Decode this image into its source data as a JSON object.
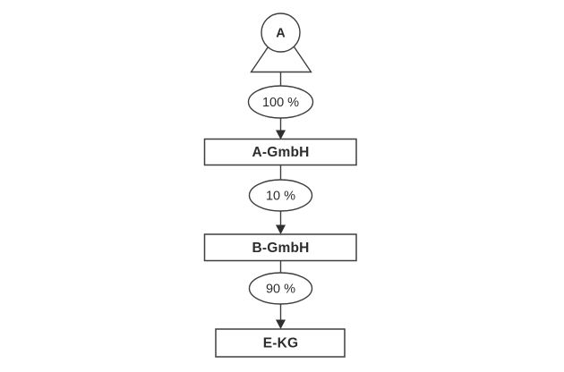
{
  "diagram": {
    "person": {
      "label": "A"
    },
    "nodes": [
      {
        "label": "A-GmbH"
      },
      {
        "label": "B-GmbH"
      },
      {
        "label": "E-KG"
      }
    ],
    "edges": [
      {
        "label": "100 %"
      },
      {
        "label": "10 %"
      },
      {
        "label": "90 %"
      }
    ],
    "colors": {
      "stroke": "#3e3e3e",
      "text": "#2d2d2d",
      "arrow": "#2f2f2f",
      "background": "#ffffff"
    }
  }
}
